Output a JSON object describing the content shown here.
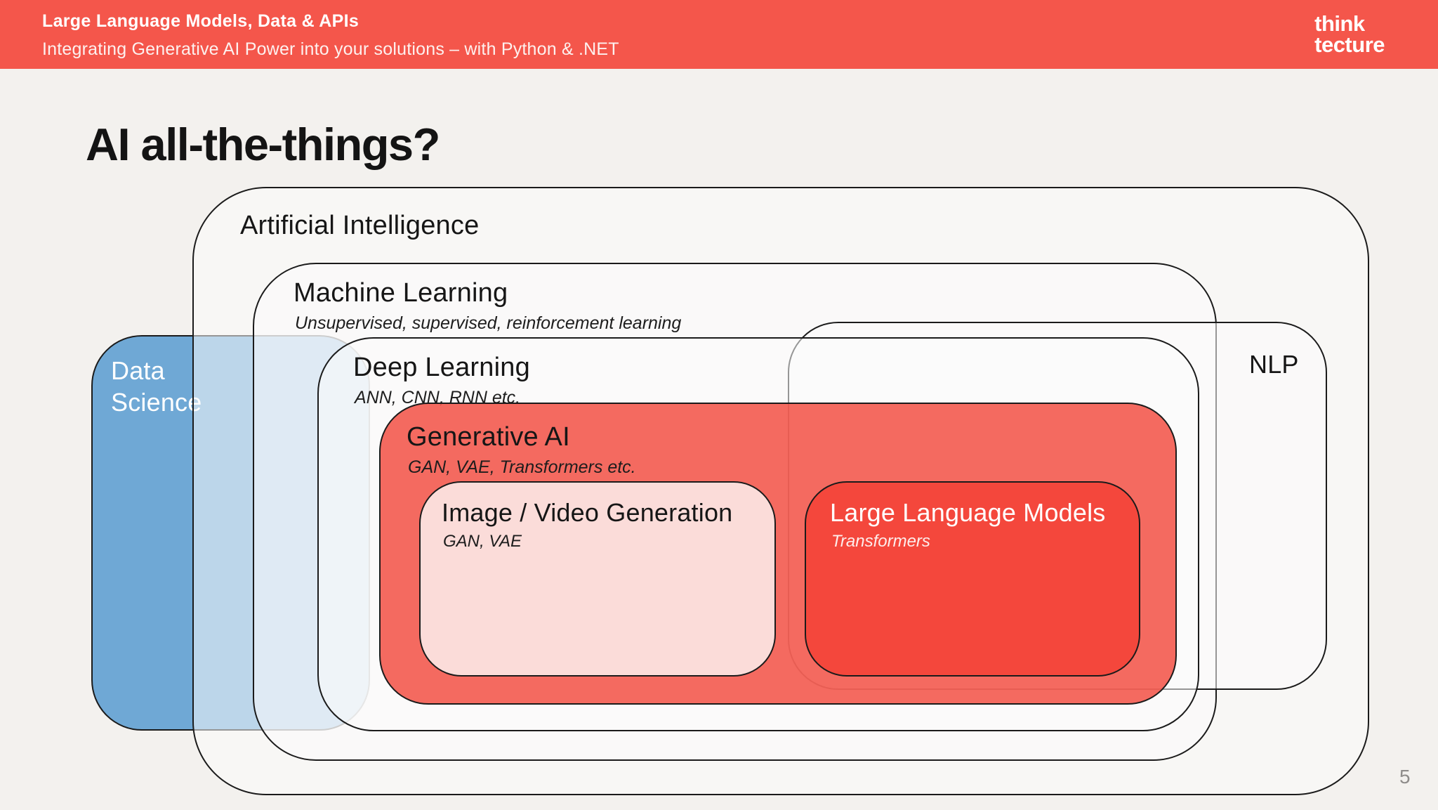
{
  "header": {
    "kicker": "Large Language Models, Data & APIs",
    "subtitle": "Integrating Generative AI Power into your solutions – with Python & .NET",
    "logo_line1": "think",
    "logo_line2": "tecture",
    "bar_color": "#F4564B"
  },
  "slide": {
    "title": "AI all-the-things?",
    "page_number": "5",
    "background_color": "#F3F1EE"
  },
  "diagram": {
    "ai": {
      "label": "Artificial Intelligence"
    },
    "ml": {
      "label": "Machine Learning",
      "sublabel": "Unsupervised, supervised, reinforcement learning"
    },
    "dl": {
      "label": "Deep Learning",
      "sublabel": "ANN, CNN, RNN etc."
    },
    "genai": {
      "label": "Generative AI",
      "sublabel": "GAN, VAE, Transformers etc.",
      "color": "#F26358"
    },
    "imggen": {
      "label": "Image / Video Generation",
      "sublabel": "GAN, VAE",
      "color": "#FBDCD9"
    },
    "llm": {
      "label": "Large Language Models",
      "sublabel": "Transformers",
      "color": "#F4473C"
    },
    "nlp": {
      "label": "NLP"
    },
    "datascience": {
      "label": "Data Science",
      "color": "#6FA8D5"
    },
    "border_color": "#1B1B1B"
  }
}
